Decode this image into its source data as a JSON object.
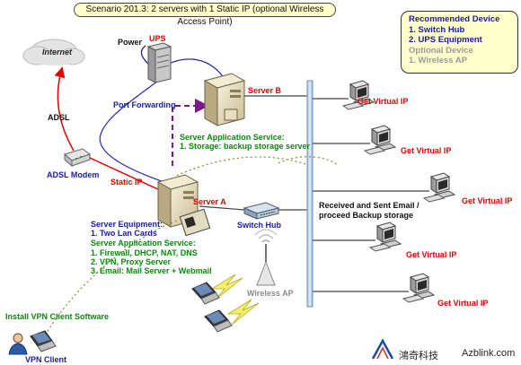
{
  "title": "Scenario 201.3: 2 servers  with 1 Static IP (optional Wireless Access Point)",
  "recommended": {
    "heading": "Recommended Device",
    "items": [
      "1. Switch Hub",
      "2. UPS Equipment"
    ],
    "optional_heading": "Optional Device",
    "optional_items": [
      "1. Wireless AP"
    ]
  },
  "labels": {
    "internet": "Internet",
    "power": "Power",
    "ups": "UPS",
    "adsl": "ADSL",
    "adsl_modem": "ADSL Modem",
    "static_ip": "Static IP",
    "port_forwarding": "Port Forwarding",
    "server_b": "Server B",
    "server_a": "Server A",
    "switch_hub": "Switch Hub",
    "wireless_ap": "Wireless AP",
    "install_vpn": "Install VPN Client Software",
    "vpn_client": "VPN Client",
    "received_line1": "Received and Sent Email /",
    "received_line2": "proceed Backup storage"
  },
  "server_b_service": {
    "heading": "Server Application Service:",
    "lines": [
      "1. Storage: backup storage server"
    ]
  },
  "server_a_equipment": {
    "heading": "Server Equipment:",
    "lines": [
      "1. Two Lan Cards"
    ]
  },
  "server_a_service": {
    "heading": "Server Application Service:",
    "lines": [
      "1. Firewall, DHCP, NAT, DNS",
      "2. VPN, Proxy Server",
      "3. Email: Mail Server + Webmail"
    ]
  },
  "virtual_ip_label": "Get Virtual IP",
  "watermark": {
    "cn": "鴻奇科技",
    "en": "Azblink.com"
  },
  "colors": {
    "red": "#e60000",
    "blue": "#1a1aa8",
    "green": "#0a8a0a",
    "purple": "#7a1a8a",
    "backbone": "#c9dcf5"
  }
}
